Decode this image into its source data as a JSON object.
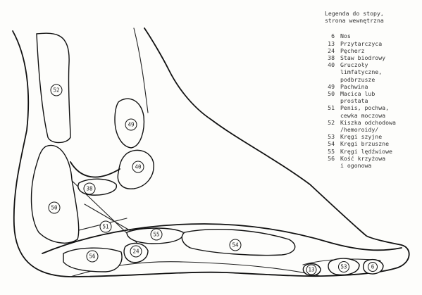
{
  "legend": {
    "title": "Legenda do stopy,\nstrona wewnętrzna",
    "entries": [
      {
        "num": "6",
        "text": "Nos"
      },
      {
        "num": "13",
        "text": "Przytarczyca"
      },
      {
        "num": "24",
        "text": "Pęcherz"
      },
      {
        "num": "38",
        "text": "Staw biodrowy"
      },
      {
        "num": "40",
        "text": "Gruczoły\nlimfatyczne,\npodbrzusze"
      },
      {
        "num": "49",
        "text": "Pachwina"
      },
      {
        "num": "50",
        "text": "Macica lub\nprostata"
      },
      {
        "num": "51",
        "text": "Penis, pochwa,\ncewka moczowa"
      },
      {
        "num": "52",
        "text": "Kiszka odchodowa\n/hemoroidy/"
      },
      {
        "num": "53",
        "text": "Kręgi szyjne"
      },
      {
        "num": "54",
        "text": "Kręgi brzuszne"
      },
      {
        "num": "55",
        "text": "Kręgi lędźwiowe"
      },
      {
        "num": "56",
        "text": "Kość krzyżowa\ni ogonowa"
      }
    ]
  },
  "zone_labels": {
    "z6": "6",
    "z13": "13",
    "z24": "24",
    "z38": "38",
    "z40": "40",
    "z49": "49",
    "z50": "50",
    "z51": "51",
    "z52": "52",
    "z53": "53",
    "z54": "54",
    "z55": "55",
    "z56": "56"
  }
}
